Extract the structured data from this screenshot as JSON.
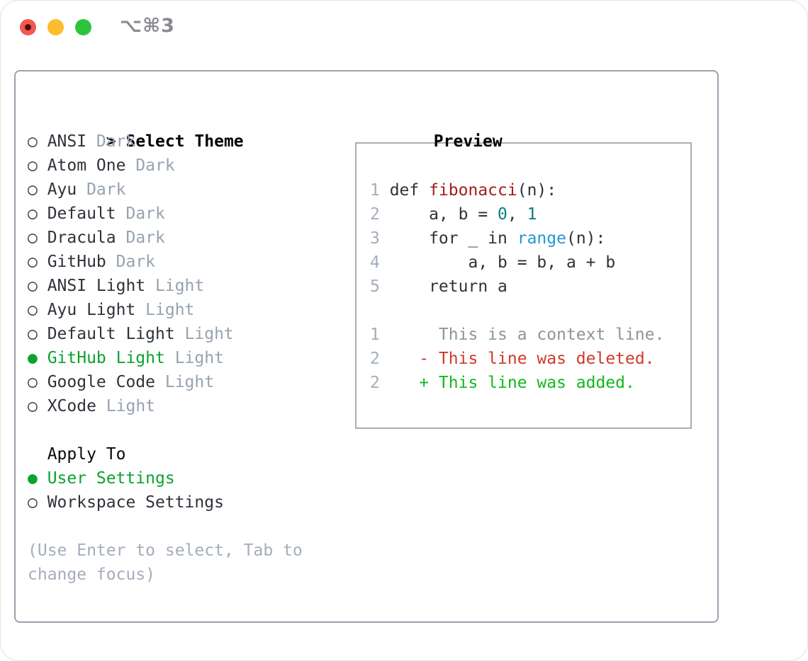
{
  "window": {
    "title": "⌥⌘3"
  },
  "colors": {
    "text_primary": "#2e333a",
    "text_heading": "#000000",
    "text_muted": "#97a2b1",
    "text_help": "#a4adba",
    "accent_green": "#0aa32e",
    "line_number": "#a3aebd",
    "code_plain": "#2e333a",
    "code_function": "#a31d1d",
    "code_number": "#0c7d85",
    "code_builtin": "#2399cf",
    "diff_context": "#8e959d",
    "diff_deleted": "#ce3a29",
    "diff_added": "#12b81e",
    "panel_border": "#9aa3ae",
    "preview_border": "#a9aeb9",
    "titlebar_title": "#8a8b90",
    "traffic_red": "#f35750",
    "traffic_yellow": "#fbbd2d",
    "traffic_green": "#2dc43c"
  },
  "theme_picker": {
    "prompt": ">",
    "title": "Select Theme",
    "bullet_unselected": "○",
    "bullet_selected": "●",
    "items": [
      {
        "name": "ANSI",
        "variant": "Dark",
        "selected": false
      },
      {
        "name": "Atom One",
        "variant": "Dark",
        "selected": false
      },
      {
        "name": "Ayu",
        "variant": "Dark",
        "selected": false
      },
      {
        "name": "Default",
        "variant": "Dark",
        "selected": false
      },
      {
        "name": "Dracula",
        "variant": "Dark",
        "selected": false
      },
      {
        "name": "GitHub",
        "variant": "Dark",
        "selected": false
      },
      {
        "name": "ANSI Light",
        "variant": "Light",
        "selected": false
      },
      {
        "name": "Ayu Light",
        "variant": "Light",
        "selected": false
      },
      {
        "name": "Default Light",
        "variant": "Light",
        "selected": false
      },
      {
        "name": "GitHub Light",
        "variant": "Light",
        "selected": true
      },
      {
        "name": "Google Code",
        "variant": "Light",
        "selected": false
      },
      {
        "name": "XCode",
        "variant": "Light",
        "selected": false
      }
    ]
  },
  "apply_to": {
    "title": "Apply To",
    "options": [
      {
        "label": "User Settings",
        "selected": true
      },
      {
        "label": "Workspace Settings",
        "selected": false
      }
    ]
  },
  "help_text": "(Use Enter to select, Tab to change focus)",
  "preview": {
    "title": "Preview",
    "code_lines": [
      {
        "num": "1",
        "tokens": [
          {
            "text": " def ",
            "style": "plain"
          },
          {
            "text": "fibonacci",
            "style": "function"
          },
          {
            "text": "(n):",
            "style": "plain"
          }
        ]
      },
      {
        "num": "2",
        "tokens": [
          {
            "text": "     a, b = ",
            "style": "plain"
          },
          {
            "text": "0",
            "style": "number"
          },
          {
            "text": ", ",
            "style": "plain"
          },
          {
            "text": "1",
            "style": "number"
          }
        ]
      },
      {
        "num": "3",
        "tokens": [
          {
            "text": "     for _ in ",
            "style": "plain"
          },
          {
            "text": "range",
            "style": "builtin"
          },
          {
            "text": "(n):",
            "style": "plain"
          }
        ]
      },
      {
        "num": "4",
        "tokens": [
          {
            "text": "         a, b = b, a + b",
            "style": "plain"
          }
        ]
      },
      {
        "num": "5",
        "tokens": [
          {
            "text": "     return a",
            "style": "plain"
          }
        ]
      },
      {
        "num": "",
        "tokens": []
      },
      {
        "num": "1",
        "tokens": [
          {
            "text": "      This is a context line.",
            "style": "context"
          }
        ]
      },
      {
        "num": "2",
        "tokens": [
          {
            "text": "    - This line was deleted.",
            "style": "deleted"
          }
        ]
      },
      {
        "num": "2",
        "tokens": [
          {
            "text": "    + This line was added.",
            "style": "added"
          }
        ]
      }
    ]
  }
}
